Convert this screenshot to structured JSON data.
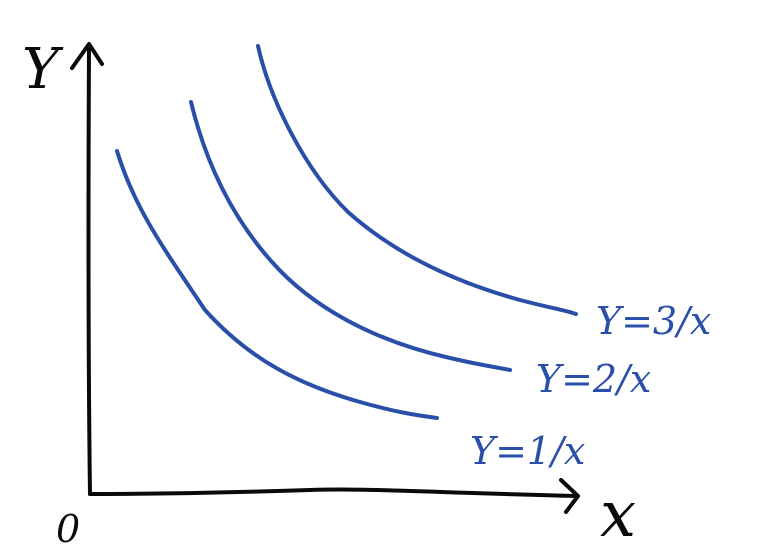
{
  "axes": {
    "y_label": "Y",
    "x_label": "x",
    "origin_label": "0"
  },
  "curves": [
    {
      "label": "Y=1/x"
    },
    {
      "label": "Y=2/x"
    },
    {
      "label": "Y=3/x"
    }
  ],
  "colors": {
    "axis": "#0a0a0a",
    "curve": "#2a4fa8"
  }
}
